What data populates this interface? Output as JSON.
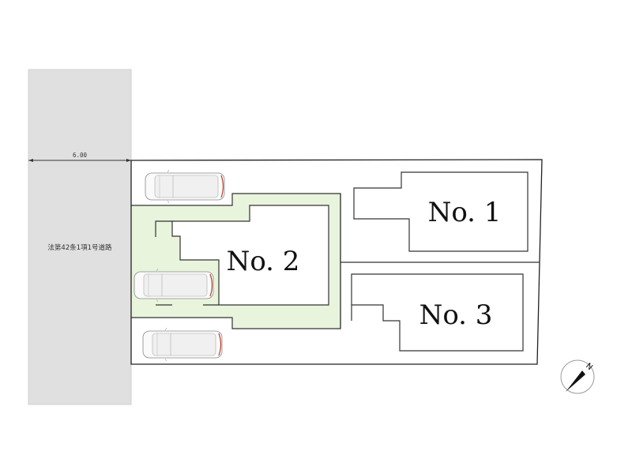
{
  "road": {
    "label": "法第42条1項1号道路",
    "width_dimension": "6.00",
    "color": "#e0e0e0"
  },
  "lots": [
    {
      "id": "no2",
      "label": "No. 2",
      "highlighted": true,
      "parking_spaces": 3
    },
    {
      "id": "no1",
      "label": "No. 1",
      "highlighted": false
    },
    {
      "id": "no3",
      "label": "No. 3",
      "highlighted": false
    }
  ],
  "colors": {
    "highlight_fill": "#e8f4dc",
    "line": "#222222",
    "car_accent": "#b8402a"
  },
  "compass": {
    "label": "N",
    "icon": "north-arrow-icon"
  }
}
